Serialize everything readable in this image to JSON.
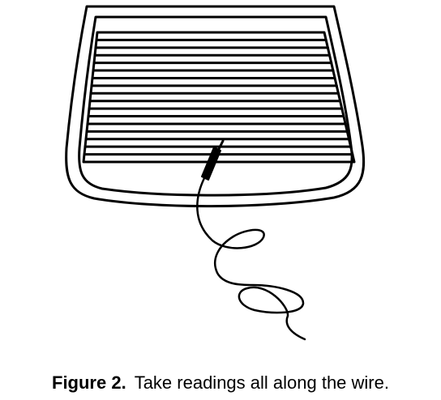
{
  "caption": {
    "label": "Figure 2.",
    "text": "Take readings all along the wire."
  },
  "colors": {
    "ink": "#000000",
    "background": "#ffffff"
  },
  "diagram": {
    "subject": "rear-window-defogger-grid",
    "grid_line_count": 16,
    "probe": "test-probe-on-grid-line",
    "lead": "coiled-test-lead"
  }
}
